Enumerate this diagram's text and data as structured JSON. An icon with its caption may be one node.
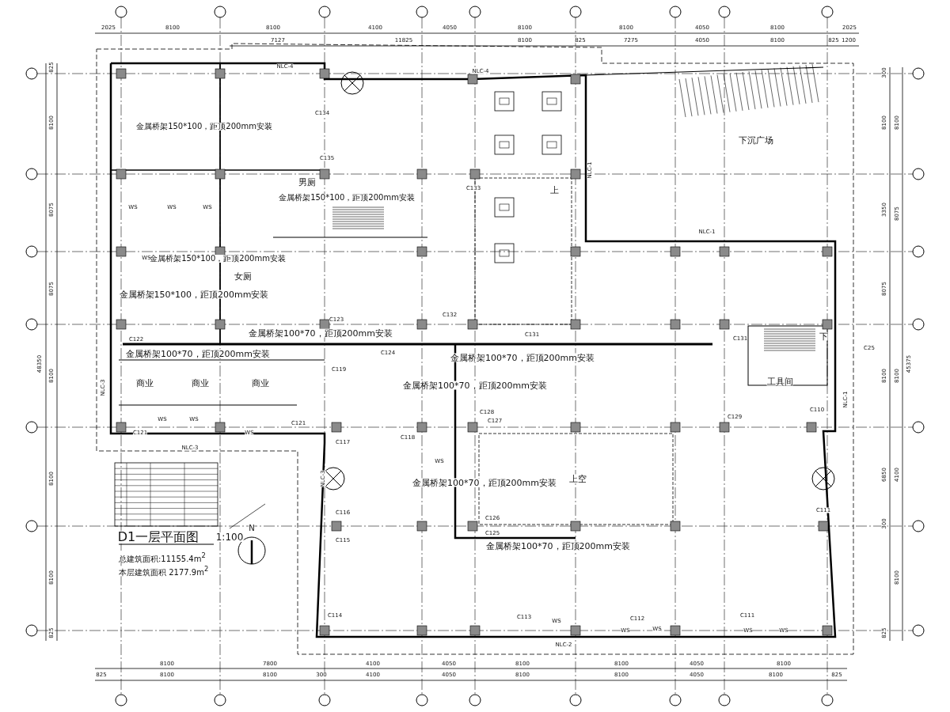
{
  "diagram": {
    "title": "D1一层平面图",
    "labels": [
      "2025",
      "8100",
      "8100",
      "4100",
      "4050",
      "8100",
      "8100",
      "4050",
      "8100",
      "2025",
      "7127",
      "11825",
      "8100",
      "825",
      "7275",
      "4050",
      "8100",
      "825",
      "1200",
      "8100",
      "7800",
      "4100",
      "4050",
      "8100",
      "8100",
      "4050",
      "8100",
      "825",
      "8100",
      "8100",
      "300",
      "4100",
      "4050",
      "8100",
      "8100",
      "4050",
      "8100",
      "825",
      "825",
      "8100",
      "8075",
      "8075",
      "8100",
      "8100",
      "8100",
      "825",
      "48350",
      "300",
      "8100",
      "3350",
      "8075",
      "8100",
      "6850",
      "300",
      "825",
      "8100",
      "8075",
      "8100",
      "4100",
      "8100",
      "45375",
      "NLC-4",
      "NLC-4",
      "NLC-1",
      "NLC-1",
      "NLC-1",
      "NLC-3",
      "NLC-3",
      "NLC-3",
      "NLC-2",
      "男厕",
      "女厕",
      "商业",
      "商业",
      "商业",
      "上空",
      "下沉广场",
      "工具间",
      "上",
      "下",
      "金属桥架150*100，距顶200mm安装",
      "金属桥架150*100，距顶200mm安装",
      "金属桥架150*100，距顶200mm安装",
      "金属桥架150*100，距顶200mm安装",
      "金属桥架100*70，距顶200mm安装",
      "金属桥架100*70，距顶200mm安装",
      "金属桥架100*70，距顶200mm安装",
      "金属桥架100*70，距顶200mm安装",
      "金属桥架100*70，距顶200mm安装",
      "金属桥架100*70，距顶200mm安装",
      "C134",
      "C135",
      "C133",
      "C122",
      "C123",
      "C132",
      "C131",
      "C131",
      "C124",
      "C119",
      "C121",
      "C121",
      "C117",
      "C118",
      "C128",
      "C127",
      "C129",
      "C110",
      "C116",
      "C115",
      "C126",
      "C125",
      "C111",
      "C114",
      "C113",
      "C112",
      "C111",
      "C25",
      "1:100",
      "总建筑面积:11155.4m$^{2}$",
      "本层建筑面积 2177.9m$^{2}$",
      "N",
      "WS",
      "WS",
      "WS",
      "WS",
      "WS",
      "WS",
      "WS",
      "WS",
      "WS",
      "WS",
      "WS",
      "WS",
      "WS"
    ]
  }
}
